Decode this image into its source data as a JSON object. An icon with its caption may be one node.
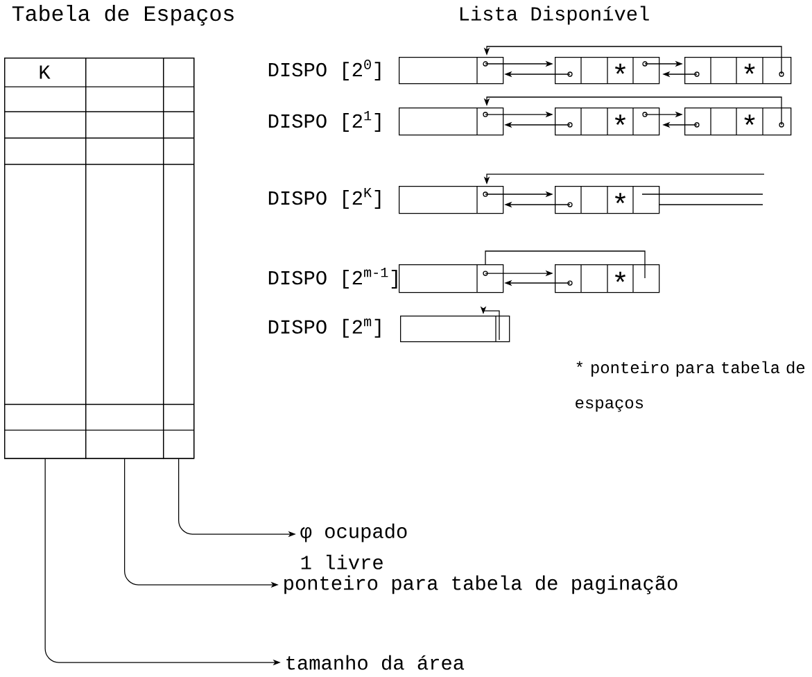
{
  "diagram": {
    "nodes": [
      {
        "text": [
          "Tabela de Espaços"
        ]
      },
      {
        "text": [],
        "shape": "box",
        "in": 0
      },
      {
        "text": [],
        "shape": "box",
        "in": 0
      },
      {
        "text": [],
        "shape": "box",
        "in": 0
      },
      {
        "text": [],
        "shape": "box"
      },
      {
        "text": [
          "*"
        ]
      },
      {
        "text": [
          "*"
        ]
      },
      {
        "text": [],
        "shape": "box"
      },
      {
        "text": [
          "*"
        ]
      },
      {
        "text": [
          "*"
        ]
      },
      {
        "text": [],
        "shape": "box"
      },
      {
        "text": [
          "*"
        ]
      },
      {
        "text": [],
        "shape": "box"
      },
      {
        "text": [
          "*"
        ]
      },
      {
        "text": [],
        "shape": "box"
      },
      {
        "text": [
          "φ ocupado",
          "1 livre"
        ]
      },
      {
        "text": [
          "ponteiro para tabela de paginação"
        ]
      },
      {
        "text": [
          "tamanho da área"
        ]
      }
    ],
    "edges": [
      {
        "from": 4,
        "to": 5,
        "arrow": "to"
      },
      {
        "from": 5,
        "to": 4,
        "arrow": "to"
      },
      {
        "from": 5,
        "to": 6,
        "arrow": "to"
      },
      {
        "from": 6,
        "to": 5,
        "arrow": "to"
      },
      {
        "from": 6,
        "to": 4,
        "arrow": "to"
      },
      {
        "from": 7,
        "to": 8,
        "arrow": "to"
      },
      {
        "from": 8,
        "to": 7,
        "arrow": "to"
      },
      {
        "from": 8,
        "to": 9,
        "arrow": "to"
      },
      {
        "from": 9,
        "to": 8,
        "arrow": "to"
      },
      {
        "from": 9,
        "to": 7,
        "arrow": "to"
      },
      {
        "from": 10,
        "to": 11,
        "arrow": "to"
      },
      {
        "from": 11,
        "to": 10,
        "arrow": "to"
      },
      {
        "from": 11,
        "to": null,
        "arrow": "none"
      },
      {
        "from": 11,
        "to": null,
        "arrow": "none"
      },
      {
        "from": null,
        "to": 10,
        "arrow": "to"
      },
      {
        "from": 12,
        "to": 13,
        "arrow": "to"
      },
      {
        "from": 13,
        "to": 12,
        "arrow": "to"
      },
      {
        "from": 12,
        "to": 13,
        "arrow": "none"
      },
      {
        "from": 14,
        "to": 14,
        "arrow": "to"
      },
      {
        "from": 3,
        "to": 15,
        "arrow": "to"
      },
      {
        "from": 2,
        "to": 16,
        "arrow": "to"
      },
      {
        "from": 1,
        "to": 17,
        "arrow": "to"
      }
    ],
    "labels": [
      "Lista Disponível",
      "K",
      "DISPO [2$^{0}$]",
      "DISPO [2$^{1}$]",
      "DISPO [2$^{K}$]",
      "DISPO [2$^{m-1}$]",
      "DISPO [2$^{m}$]",
      "* ponteiro para tabela de espaços"
    ]
  }
}
